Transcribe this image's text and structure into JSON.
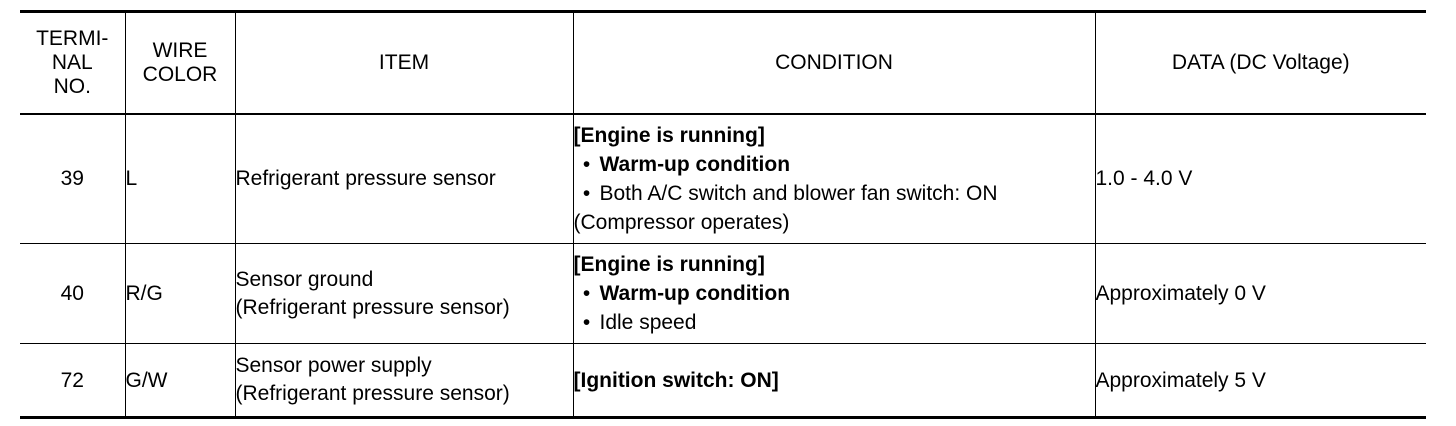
{
  "table": {
    "headers": {
      "terminal": [
        "TERMI-",
        "NAL",
        "NO."
      ],
      "wire": [
        "WIRE",
        "COLOR"
      ],
      "item": "ITEM",
      "condition": "CONDITION",
      "data": "DATA (DC Voltage)"
    },
    "rows": [
      {
        "terminal": "39",
        "wire_color": "L",
        "item": [
          "Refrigerant pressure sensor"
        ],
        "condition_title": "[Engine is running]",
        "bullets": [
          "Warm-up condition",
          "Both A/C switch and blower fan switch: ON"
        ],
        "condition_note": "(Compressor operates)",
        "data": "1.0 - 4.0 V"
      },
      {
        "terminal": "40",
        "wire_color": "R/G",
        "item": [
          "Sensor ground",
          "(Refrigerant pressure sensor)"
        ],
        "condition_title": "[Engine is running]",
        "bullets": [
          "Warm-up condition",
          "Idle speed"
        ],
        "data": "Approximately 0 V"
      },
      {
        "terminal": "72",
        "wire_color": "G/W",
        "item": [
          "Sensor power supply",
          "(Refrigerant pressure sensor)"
        ],
        "condition_title": "[Ignition switch: ON]",
        "data": "Approximately 5 V"
      }
    ]
  }
}
